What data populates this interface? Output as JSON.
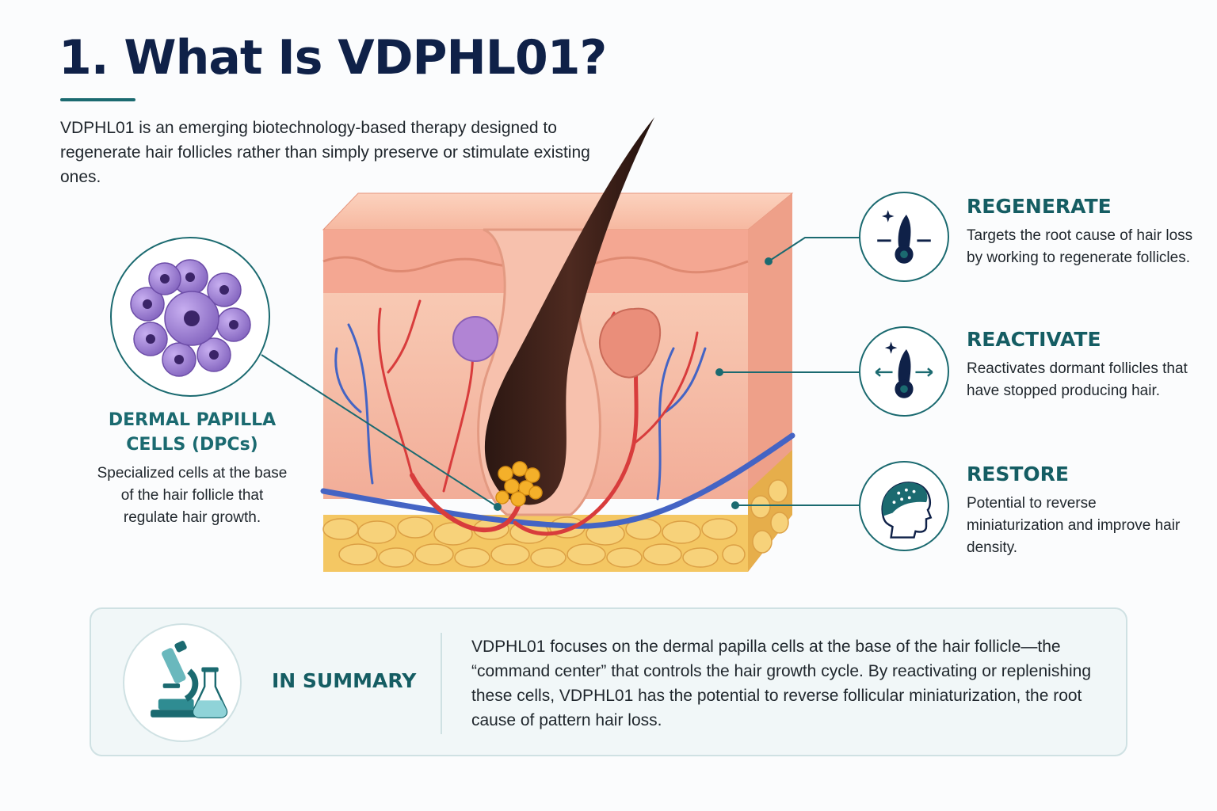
{
  "header": {
    "title": "1. What Is VDPHL01?",
    "intro": "VDPHL01 is an emerging biotechnology-based therapy designed to regenerate hair follicles rather than simply preserve or stimulate existing ones."
  },
  "callout": {
    "title": "DERMAL PAPILLA CELLS (DPCs)",
    "description": "Specialized cells at the base of the hair follicle that regulate hair growth."
  },
  "benefits": [
    {
      "title": "REGENERATE",
      "description": "Targets the root cause of hair loss by working to regenerate follicles.",
      "icon": "follicle-sparkle-icon"
    },
    {
      "title": "REACTIVATE",
      "description": "Reactivates dormant follicles that have stopped producing hair.",
      "icon": "follicle-arrows-icon"
    },
    {
      "title": "RESTORE",
      "description": "Potential to reverse miniaturization and improve hair density.",
      "icon": "head-profile-icon"
    }
  ],
  "summary": {
    "heading": "IN SUMMARY",
    "text": "VDPHL01 focuses on the dermal papilla cells at the base of the hair follicle—the “command center” that controls the hair growth cycle. By reactivating or replenishing these cells, VDPHL01 has the potential to reverse follicular miniaturization, the root cause of pattern hair loss.",
    "icon": "microscope-flask-icon"
  },
  "colors": {
    "navy": "#0f2148",
    "teal": "#1b6a70",
    "skin": "#f6b8a4",
    "fat": "#f3c45c",
    "artery": "#d83c3c",
    "vein": "#4464c4",
    "cell": "#9d7bcf"
  }
}
